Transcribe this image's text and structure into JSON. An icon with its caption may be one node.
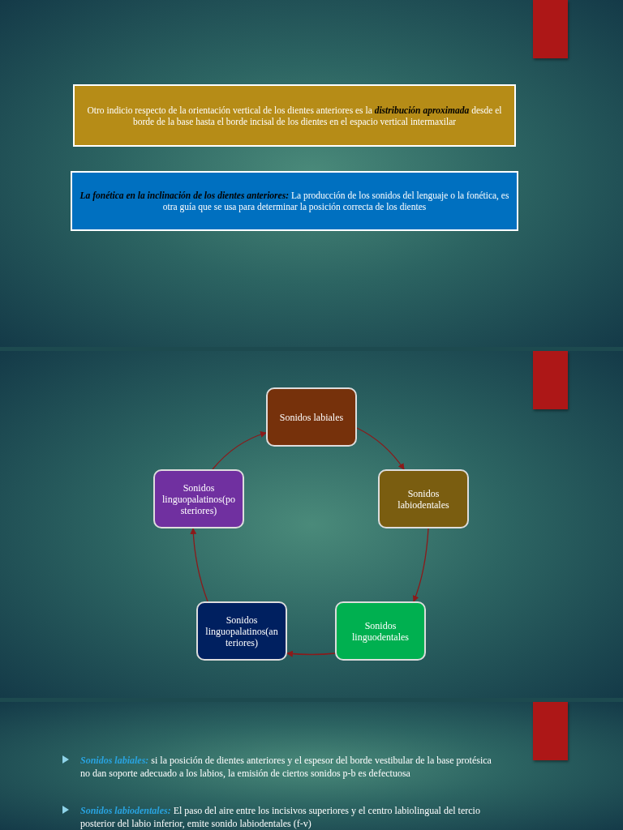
{
  "diagram": {
    "nodes": [
      {
        "text": [
          "Otro indicio respecto de la orientación vertical de los dientes anteriores es la *distribución aproximada* desde el borde de la base hasta el borde incisal de los dientes en el espacio vertical intermaxilar"
        ]
      },
      {
        "text": [
          "*La fonética en la inclinación de los dientes anteriores:* La producción de los sonidos del lenguaje o la fonética, es otra guía que se usa para determinar la posición correcta de los dientes"
        ]
      },
      {
        "text": [
          "Sonidos labiales"
        ]
      },
      {
        "text": [
          "Sonidos labiodentales"
        ]
      },
      {
        "text": [
          "Sonidos linguodentales"
        ]
      },
      {
        "text": [
          "Sonidos linguopalatinos(an teriores)"
        ]
      },
      {
        "text": [
          "Sonidos linguopalatinos(po steriores)"
        ]
      }
    ],
    "edges": [
      {
        "from": 2,
        "to": 3,
        "arrow": "to"
      },
      {
        "from": 3,
        "to": 4,
        "arrow": "to"
      },
      {
        "from": 4,
        "to": 5,
        "arrow": "to"
      },
      {
        "from": 5,
        "to": 6,
        "arrow": "to"
      },
      {
        "from": 6,
        "to": 2,
        "arrow": "to"
      }
    ],
    "labels": [
      "*Sonidos labiales:* si la posición de dientes anteriores y el espesor del borde vestibular de la base protésica no dan soporte adecuado a los labios, la emisión de ciertos sonidos p-b es defectuosa",
      "*Sonidos labiodentales:* El paso del aire entre los incisivos superiores y el centro labiolingual del tercio posterior del labio inferior, emite sonido labiodentales (f-v)"
    ]
  }
}
